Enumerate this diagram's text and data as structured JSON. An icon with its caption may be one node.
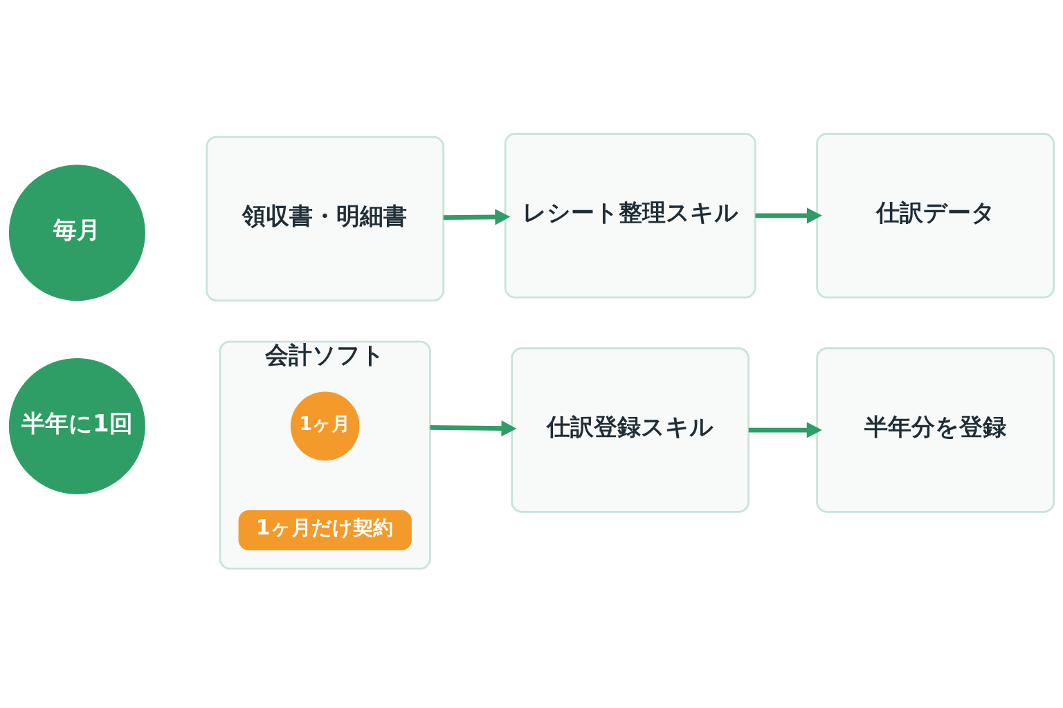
{
  "diagram": {
    "nodes": [
      {
        "text": [
          "毎月"
        ]
      },
      {
        "text": [
          "領収書・明細書"
        ]
      },
      {
        "text": [
          "レシート整理スキル"
        ]
      },
      {
        "text": [
          "仕訳データ"
        ]
      },
      {
        "text": [
          "半年に1回"
        ]
      },
      {
        "text": [
          "会計ソフト"
        ]
      },
      {
        "text": [
          "1ヶ月"
        ],
        "in": 5
      },
      {
        "text": [
          "1ヶ月だけ契約"
        ],
        "in": 5
      },
      {
        "text": [
          "仕訳登録スキル"
        ]
      },
      {
        "text": [
          "半年分を登録"
        ]
      }
    ],
    "edges": [
      {
        "from": 1,
        "to": 2,
        "arrow": "to"
      },
      {
        "from": 2,
        "to": 3,
        "arrow": "to"
      },
      {
        "from": 5,
        "to": 8,
        "arrow": "to"
      },
      {
        "from": 8,
        "to": 9,
        "arrow": "to"
      }
    ]
  }
}
